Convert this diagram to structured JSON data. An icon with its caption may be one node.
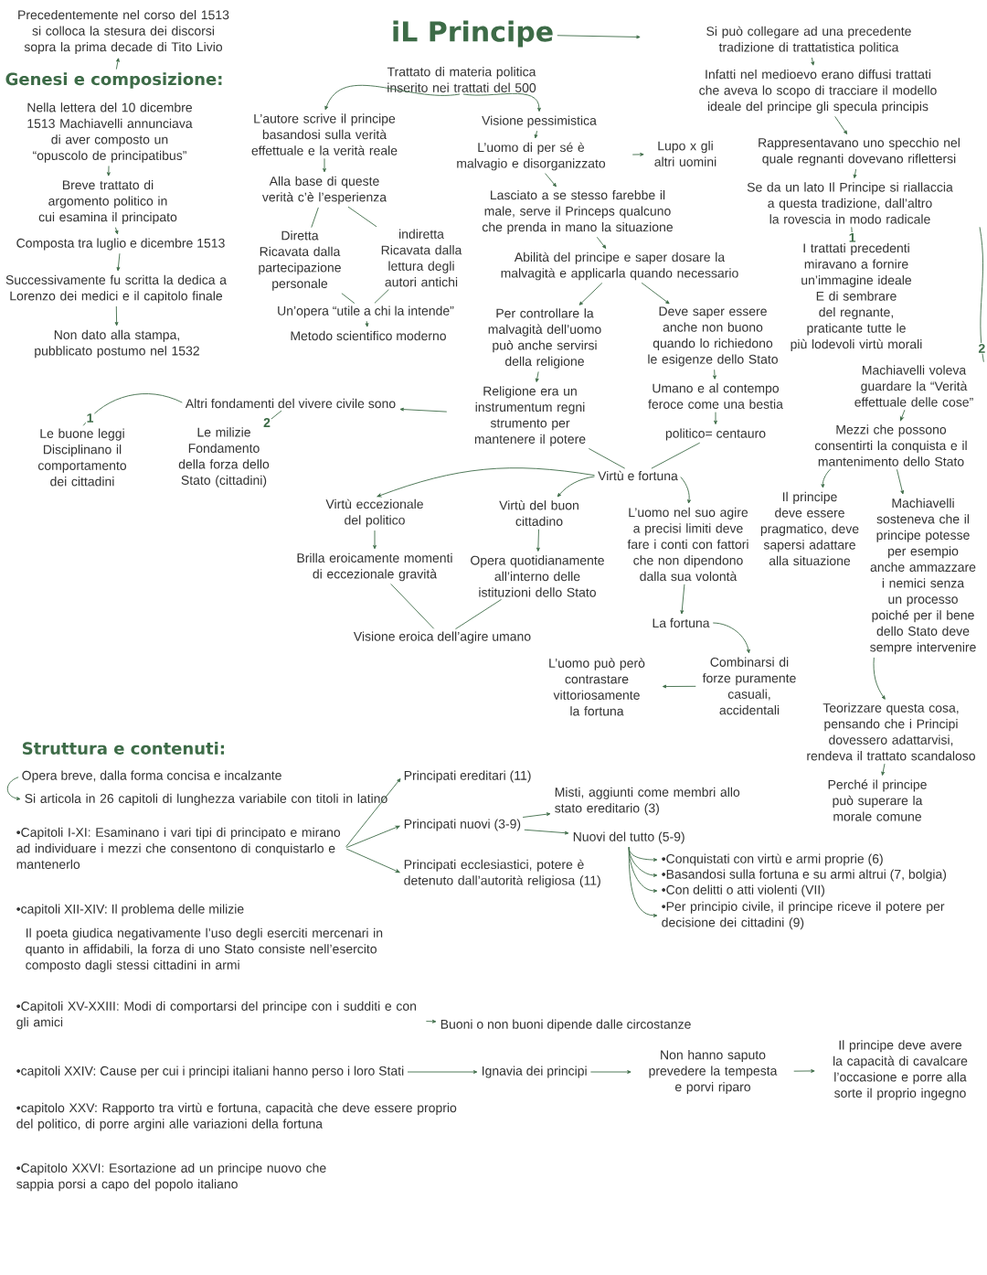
{
  "diagram": {
    "nodes": [
      {
        "text": [
          "iL Principe"
        ]
      },
      {
        "text": [
          "Si può collegare ad una precedente tradizione di trattatistica politica"
        ]
      },
      {
        "text": [
          "Infatti nel medioevo erano diffusi trattati che aveva lo scopo di tracciare il modello ideale del principe gli specula principis"
        ]
      },
      {
        "text": [
          "Rappresentavano uno specchio nel quale regnanti dovevano riflettersi"
        ]
      },
      {
        "text": [
          "Se da un lato Il Principe si riallaccia a questa tradizione, dall’altro la rovescia in modo radicale"
        ]
      },
      {
        "text": [
          "I trattati precedenti miravano a fornire un’immagine ideale E di sembrare del regnante, praticante tutte le più lodevoli virtù morali"
        ]
      },
      {
        "text": [
          "Machiavelli voleva guardare la “Verità effettuale delle cose”"
        ]
      },
      {
        "text": [
          "Mezzi che possono consentirti la conquista e il mantenimento dello Stato"
        ]
      },
      {
        "text": [
          "Il principe deve essere pragmatico, deve sapersi adattare alla situazione"
        ]
      },
      {
        "text": [
          "Machiavelli sosteneva che il principe potesse per esempio anche ammazzare i nemici senza un processo poiché per il bene dello Stato deve sempre intervenire"
        ]
      },
      {
        "text": [
          "Teorizzare questa cosa, pensando che i Principi dovessero adattarvisi, rendeva il trattato scandaloso"
        ]
      },
      {
        "text": [
          "Perché il principe può superare la morale comune"
        ]
      },
      {
        "text": [
          "Trattato di materia politica inserito nei trattati del 500"
        ]
      },
      {
        "text": [
          "L’autore scrive il principe basandosi sulla verità effettuale e la verità reale"
        ]
      },
      {
        "text": [
          "Alla base di queste verità c’è l’esperienza"
        ]
      },
      {
        "text": [
          "Diretta",
          "Ricavata dalla partecipazione personale"
        ]
      },
      {
        "text": [
          "indiretta",
          "Ricavata dalla lettura degli autori antichi"
        ]
      },
      {
        "text": [
          "Un’opera “utile a chi la intende”"
        ]
      },
      {
        "text": [
          "Metodo scientifico moderno"
        ]
      },
      {
        "text": [
          "Visione pessimistica"
        ]
      },
      {
        "text": [
          "L’uomo di per sé è malvagio e disorganizzato"
        ]
      },
      {
        "text": [
          "Lupo x gli altri uomini"
        ]
      },
      {
        "text": [
          "Lasciato a se stesso farebbe il male, serve il Princeps qualcuno che prenda in mano la situazione"
        ]
      },
      {
        "text": [
          "Abilità del principe e saper dosare la malvagità e applicarla quando necessario"
        ]
      },
      {
        "text": [
          "Per controllare la malvagità dell’uomo può anche servirsi della religione"
        ]
      },
      {
        "text": [
          "Deve saper essere anche non buono quando lo richiedono le esigenze dello Stato"
        ]
      },
      {
        "text": [
          "Religione era un instrumentum regni strumento per mantenere il potere"
        ]
      },
      {
        "text": [
          "Umano e al contempo feroce come una bestia"
        ]
      },
      {
        "text": [
          "politico= centauro"
        ]
      },
      {
        "text": [
          "Altri fondamenti del vivere civile sono"
        ]
      },
      {
        "text": [
          "Le buone leggi",
          "Disciplinano il comportamento dei cittadini"
        ]
      },
      {
        "text": [
          "Le milizie",
          "Fondamento della forza dello Stato (cittadini)"
        ]
      },
      {
        "text": [
          "Virtù e fortuna"
        ]
      },
      {
        "text": [
          "Virtù eccezionale del politico"
        ]
      },
      {
        "text": [
          "Brilla eroicamente momenti di eccezionale gravità"
        ]
      },
      {
        "text": [
          "Virtù del buon cittadino"
        ]
      },
      {
        "text": [
          "Opera quotidianamente all’interno delle istituzioni dello Stato"
        ]
      },
      {
        "text": [
          "Visione eroica dell’agire umano"
        ]
      },
      {
        "text": [
          "L’uomo nel suo agire a precisi limiti deve fare i conti con fattori che non dipendono dalla sua volontà"
        ]
      },
      {
        "text": [
          "La fortuna"
        ]
      },
      {
        "text": [
          "Combinarsi di forze puramente casuali, accidentali"
        ]
      },
      {
        "text": [
          "L’uomo può però contrastare vittoriosamente la fortuna"
        ]
      },
      {
        "text": [
          "Genesi e composizione:"
        ]
      },
      {
        "text": [
          "Precedentemente nel corso del 1513 si colloca la stesura dei discorsi sopra la prima decade di Tito Livio"
        ]
      },
      {
        "text": [
          "Nella lettera del 10 dicembre 1513 Machiavelli annunciava di aver composto un “opuscolo de principatibus”"
        ]
      },
      {
        "text": [
          "Breve trattato di argomento politico in cui esamina il principato"
        ]
      },
      {
        "text": [
          "Composta tra luglio e dicembre 1513"
        ]
      },
      {
        "text": [
          "Successivamente fu scritta la dedica a Lorenzo dei medici e il capitolo finale"
        ]
      },
      {
        "text": [
          "Non dato alla stampa, pubblicato postumo nel 1532"
        ]
      },
      {
        "text": [
          "Opera breve, dalla forma concisa e incalzante"
        ]
      },
      {
        "text": [
          "Si articola in 26 capitoli di lunghezza variabile con titoli in latino"
        ]
      },
      {
        "text": [
          "•Capitoli I-XI: Esaminano i vari tipi di principato e mirano ad individuare i mezzi che consentono di conquistarlo e mantenerlo"
        ]
      },
      {
        "text": [
          "Principati ereditari (11)"
        ]
      },
      {
        "text": [
          "Principati nuovi (3-9)"
        ]
      },
      {
        "text": [
          "Principati ecclesiastici, potere è detenuto dall’autorità religiosa (11)"
        ]
      },
      {
        "text": [
          "Misti, aggiunti come membri allo stato ereditario (3)"
        ]
      },
      {
        "text": [
          "Nuovi del tutto (5-9)"
        ]
      },
      {
        "text": [
          "•Conquistati con virtù e armi proprie (6)"
        ]
      },
      {
        "text": [
          "•Basandosi sulla fortuna e su armi altrui (7, bolgia)"
        ]
      },
      {
        "text": [
          "•Con delitti o atti violenti (VII)"
        ]
      },
      {
        "text": [
          "•Per principio civile, il principe riceve il potere per decisione dei cittadini (9)"
        ]
      },
      {
        "text": [
          "•Capitoli XV-XXIII: Modi di comportarsi del principe con i sudditi e con gli amici"
        ]
      },
      {
        "text": [
          "Buoni o non buoni dipende dalle circostanze"
        ]
      },
      {
        "text": [
          "•capitoli XXIV: Cause per cui i principi italiani hanno perso i loro Stati"
        ]
      },
      {
        "text": [
          "Ignavia dei principi"
        ]
      },
      {
        "text": [
          "Non hanno saputo prevedere la tempesta e porvi riparo"
        ]
      },
      {
        "text": [
          "Il principe deve avere la capacità di cavalcare l’occasione e porre alla sorte il proprio ingegno"
        ]
      }
    ],
    "edges": [
      {
        "from": 0,
        "to": 1,
        "arrow": "to"
      },
      {
        "from": 42,
        "to": 43,
        "arrow": "to"
      },
      {
        "from": 44,
        "to": 45,
        "arrow": "to"
      },
      {
        "from": 45,
        "to": 46,
        "arrow": "to"
      },
      {
        "from": 46,
        "to": 47,
        "arrow": "to"
      },
      {
        "from": 47,
        "to": 48,
        "arrow": "to"
      },
      {
        "from": 12,
        "to": 13,
        "arrow": "to"
      },
      {
        "from": 12,
        "to": 19,
        "arrow": "to"
      },
      {
        "from": 13,
        "to": 14,
        "arrow": "to"
      },
      {
        "from": 14,
        "to": 15,
        "arrow": "none"
      },
      {
        "from": 14,
        "to": 16,
        "arrow": "none"
      },
      {
        "from": 15,
        "to": 17,
        "arrow": "none"
      },
      {
        "from": 16,
        "to": 17,
        "arrow": "none"
      },
      {
        "from": 17,
        "to": 18,
        "arrow": "to"
      },
      {
        "from": 19,
        "to": 20,
        "arrow": "to"
      },
      {
        "from": 20,
        "to": 21,
        "arrow": "to"
      },
      {
        "from": 20,
        "to": 22,
        "arrow": "to"
      },
      {
        "from": 22,
        "to": 23,
        "arrow": "to"
      },
      {
        "from": 23,
        "to": 24,
        "arrow": "to"
      },
      {
        "from": 23,
        "to": 25,
        "arrow": "to"
      },
      {
        "from": 24,
        "to": 26,
        "arrow": "to"
      },
      {
        "from": 26,
        "to": 29,
        "arrow": "to"
      },
      {
        "from": 29,
        "to": 30,
        "arrow": "none",
        "label": "1"
      },
      {
        "from": 29,
        "to": 31,
        "arrow": "none",
        "label": "2"
      },
      {
        "from": 25,
        "to": 27,
        "arrow": "to"
      },
      {
        "from": 27,
        "to": 28,
        "arrow": "to"
      },
      {
        "from": 26,
        "to": 32,
        "arrow": "none"
      },
      {
        "from": 28,
        "to": 32,
        "arrow": "none"
      },
      {
        "from": 32,
        "to": 33,
        "arrow": "to"
      },
      {
        "from": 32,
        "to": 35,
        "arrow": "to"
      },
      {
        "from": 32,
        "to": 38,
        "arrow": "to"
      },
      {
        "from": 33,
        "to": 34,
        "arrow": "to"
      },
      {
        "from": 35,
        "to": 36,
        "arrow": "to"
      },
      {
        "from": 34,
        "to": 37,
        "arrow": "none"
      },
      {
        "from": 36,
        "to": 37,
        "arrow": "none"
      },
      {
        "from": 38,
        "to": 39,
        "arrow": "to"
      },
      {
        "from": 39,
        "to": 40,
        "arrow": "to"
      },
      {
        "from": 40,
        "to": 41,
        "arrow": "to"
      },
      {
        "from": 1,
        "to": 2,
        "arrow": "to"
      },
      {
        "from": 2,
        "to": 3,
        "arrow": "to"
      },
      {
        "from": 3,
        "to": 4,
        "arrow": "to"
      },
      {
        "from": 4,
        "to": 5,
        "arrow": "none",
        "label": "1"
      },
      {
        "from": 4,
        "to": 6,
        "arrow": "none",
        "label": "2"
      },
      {
        "from": 6,
        "to": 7,
        "arrow": "to"
      },
      {
        "from": 7,
        "to": 8,
        "arrow": "to"
      },
      {
        "from": 7,
        "to": 9,
        "arrow": "to"
      },
      {
        "from": 9,
        "to": 10,
        "arrow": "to"
      },
      {
        "from": 10,
        "to": 11,
        "arrow": "to"
      },
      {
        "from": 49,
        "to": 50,
        "arrow": "to"
      },
      {
        "from": 51,
        "to": 52,
        "arrow": "to"
      },
      {
        "from": 51,
        "to": 53,
        "arrow": "to"
      },
      {
        "from": 51,
        "to": 54,
        "arrow": "to"
      },
      {
        "from": 53,
        "to": 55,
        "arrow": "to"
      },
      {
        "from": 53,
        "to": 56,
        "arrow": "to"
      },
      {
        "from": 56,
        "to": 57,
        "arrow": "to"
      },
      {
        "from": 56,
        "to": 58,
        "arrow": "to"
      },
      {
        "from": 56,
        "to": 59,
        "arrow": "to"
      },
      {
        "from": 56,
        "to": 60,
        "arrow": "to"
      },
      {
        "from": 61,
        "to": 62,
        "arrow": "to"
      },
      {
        "from": 63,
        "to": 64,
        "arrow": "to"
      },
      {
        "from": 64,
        "to": 65,
        "arrow": "to"
      },
      {
        "from": 65,
        "to": 66,
        "arrow": "to"
      }
    ],
    "labels": [
      "Struttura e contenuti:",
      "•capitoli XII-XIV: Il problema delle milizie",
      "Il poeta giudica negativamente l’uso degli eserciti mercenari in quanto in affidabili, la forza di uno Stato consiste nell’esercito composto dagli stessi cittadini in armi",
      "•capitolo XXV: Rapporto tra virtù e fortuna, capacità che deve essere proprio del politico, di porre argini alle variazioni della fortuna",
      "•Capitolo XXVI: Esortazione ad un principe nuovo che sappia porsi a capo del popolo italiano"
    ]
  }
}
